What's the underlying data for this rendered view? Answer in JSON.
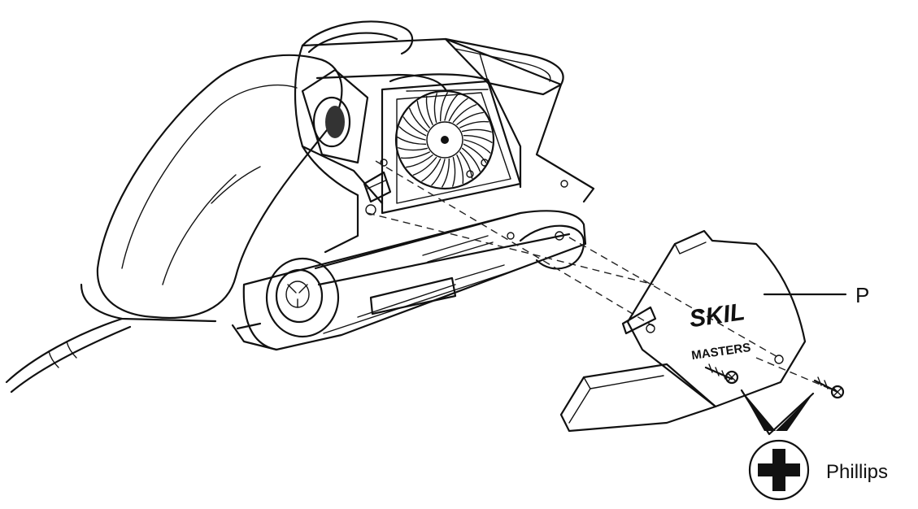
{
  "diagram": {
    "part_label": "P",
    "screwdriver_label": "Phillips",
    "logo_brand": "SKIL",
    "logo_line": "MASTERS",
    "screwdriver_icon": "phillips-head-icon",
    "line_color": "#111111",
    "background_color": "#ffffff"
  }
}
